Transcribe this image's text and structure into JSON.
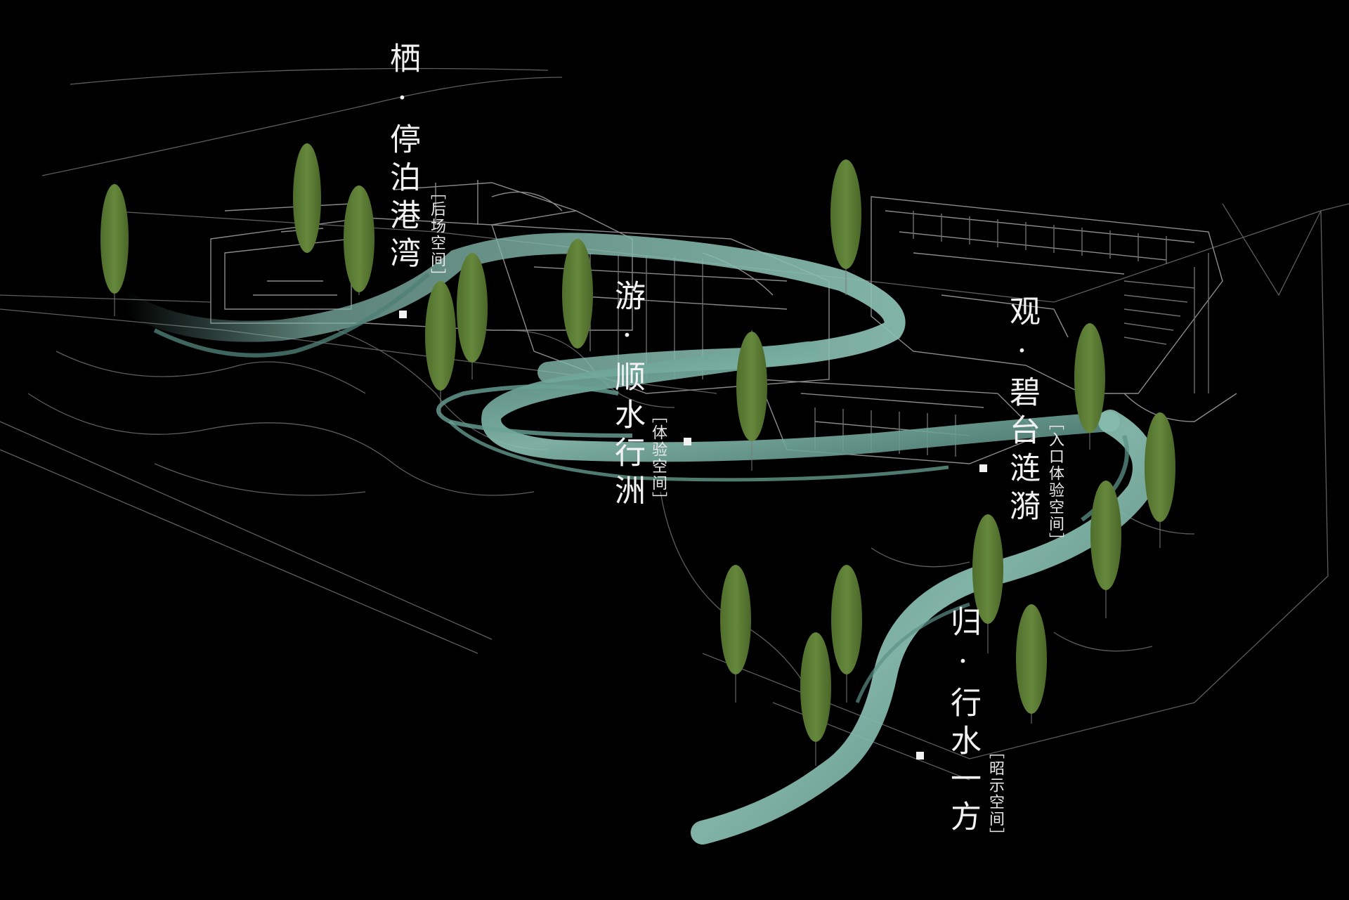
{
  "zones": [
    {
      "id": "parking",
      "title": "栖·停泊港湾",
      "subtitle": "［后场空间］"
    },
    {
      "id": "experience",
      "title": "游·顺水行洲",
      "subtitle": "［体验空间］"
    },
    {
      "id": "entrance",
      "title": "观·碧台涟漪",
      "subtitle": "［入口体验空间］"
    },
    {
      "id": "display",
      "title": "归·行水一方",
      "subtitle": "［昭示空间］"
    }
  ],
  "colors": {
    "background": "#000000",
    "linework": "#8a8a8a",
    "ribbon": "#7fb3a6",
    "ribbon_dark": "#3f6f66",
    "tree": "#5a7a34",
    "text": "#f2f2f2"
  }
}
